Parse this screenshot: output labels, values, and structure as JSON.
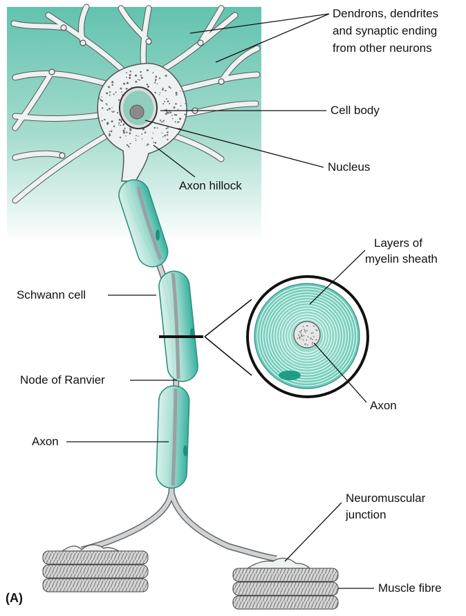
{
  "figure": {
    "panel_letter": "(A)",
    "colors": {
      "tissue_gradient_top": "#6cc6b4",
      "tissue_gradient_bottom": "#ffffff",
      "neuron_body": "#eef1f2",
      "myelin": "#bfe7df",
      "myelin_dark": "#2fae9a",
      "axon_core": "#c9cdd0",
      "muscle": "#cfcfcf",
      "outline": "#444444",
      "leader": "#111111"
    }
  },
  "labels": {
    "dendrites_line1": "Dendrons, dendrites",
    "dendrites_line2": "and synaptic ending",
    "dendrites_line3": "from other neurons",
    "cell_body": "Cell body",
    "nucleus": "Nucleus",
    "axon_hillock": "Axon hillock",
    "myelin_line1": "Layers of",
    "myelin_line2": "myelin sheath",
    "schwann_cell": "Schwann cell",
    "node_of_ranvier": "Node of Ranvier",
    "axon_main": "Axon",
    "axon_inset": "Axon",
    "nmj_line1": "Neuromuscular",
    "nmj_line2": "junction",
    "muscle_fibre": "Muscle fibre"
  }
}
